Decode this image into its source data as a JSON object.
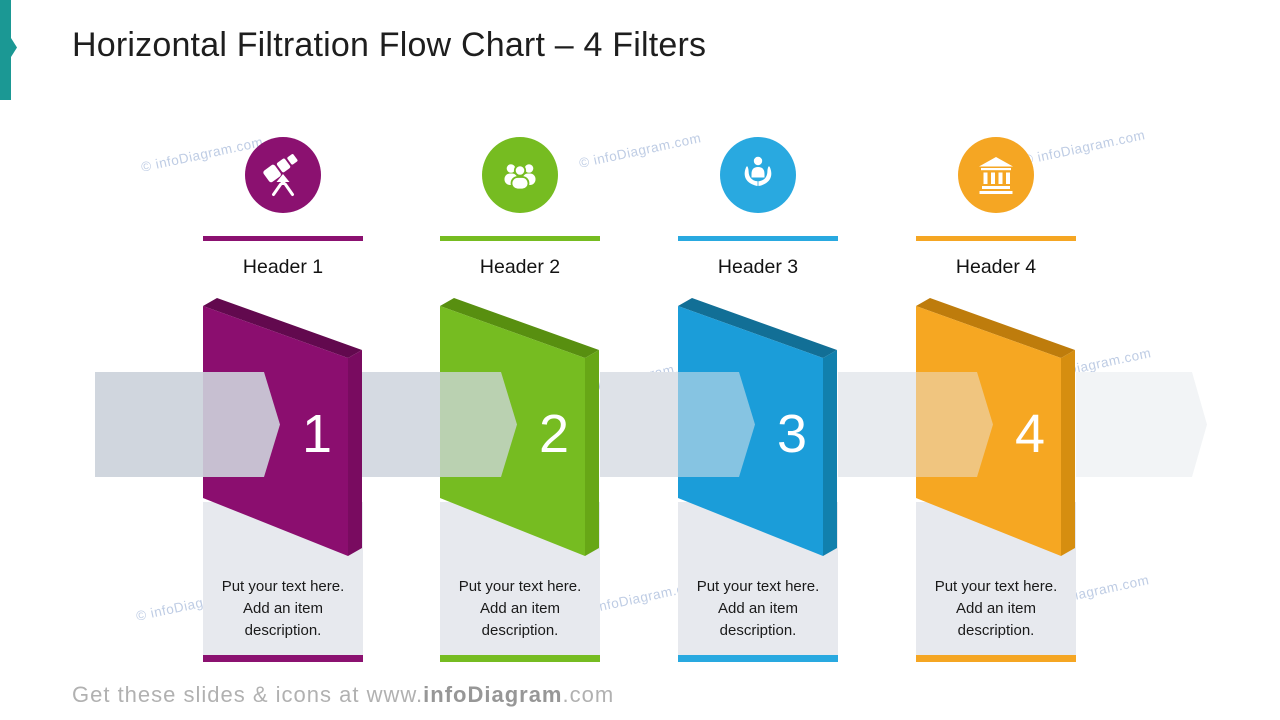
{
  "title": "Horizontal Filtration Flow Chart – 4 Filters",
  "watermark_text": "© infoDiagram.com",
  "accent_color": "#1B9894",
  "card_bg": "#E7E9EE",
  "flow_band": {
    "segment_colors": [
      "#D0D6DE",
      "#D5DAE2",
      "#DEE2E8",
      "#E8EBEF",
      "#F2F4F6"
    ]
  },
  "footer": {
    "prefix": "Get these slides & icons at www.",
    "brand": "infoDiagram",
    "suffix": ".com"
  },
  "filters": [
    {
      "number": "1",
      "header": "Header 1",
      "description": "Put your text here. Add an item description.",
      "icon": "projector-icon",
      "accent": "#8B1170",
      "panel_front": "#8B0E6F",
      "panel_top": "#62094E",
      "panel_side": "#790B60",
      "overlay": "rgba(205,211,220,0.90)"
    },
    {
      "number": "2",
      "header": "Header 2",
      "description": "Put your text here. Add an item description.",
      "icon": "team-icon",
      "accent": "#76BC21",
      "panel_front": "#76BC21",
      "panel_top": "#588F10",
      "panel_side": "#67A716",
      "overlay": "rgba(210,216,225,0.75)"
    },
    {
      "number": "3",
      "header": "Header 3",
      "description": "Put your text here. Add an item description.",
      "icon": "care-hands-icon",
      "accent": "#29A9E0",
      "panel_front": "#1B9DD9",
      "panel_top": "#126F96",
      "panel_side": "#1180AD",
      "overlay": "rgba(222,227,234,0.55)"
    },
    {
      "number": "4",
      "header": "Header 4",
      "description": "Put your text here. Add an item description.",
      "icon": "bank-icon",
      "accent": "#F5A623",
      "panel_front": "#F6A722",
      "panel_top": "#BE7C0C",
      "panel_side": "#D68E10",
      "overlay": "rgba(233,236,241,0.45)"
    }
  ]
}
